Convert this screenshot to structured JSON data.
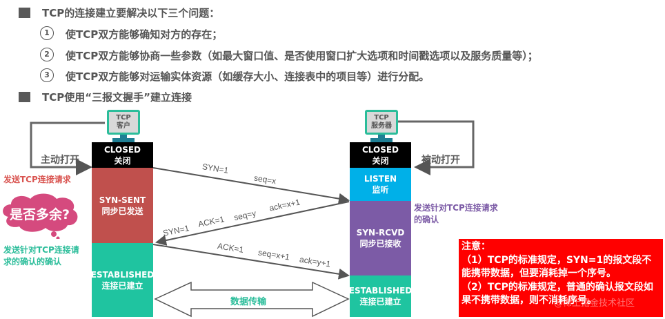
{
  "header": {
    "heading1": "TCP的连接建立要解决以下三个问题：",
    "items": [
      {
        "number": "1",
        "text": "使TCP双方能够确知对方的存在；"
      },
      {
        "number": "2",
        "text": "使TCP双方能够协商一些参数（如最大窗口值、是否使用窗口扩大选项和时间戳选项以及服务质量等）；"
      },
      {
        "number": "3",
        "text": "使TCP双方能够对运输实体资源（如缓存大小、连接表中的项目等）进行分配。"
      }
    ],
    "heading2": "TCP使用“三报文握手”建立连接"
  },
  "client": {
    "monitor_line1": "TCP",
    "monitor_line2": "客户",
    "open_label": "主动打开",
    "states": [
      {
        "en": "CLOSED",
        "zh": "关闭",
        "color": "#000000"
      },
      {
        "en": "SYN-SENT",
        "zh": "同步已发送",
        "color": "#c0504d"
      },
      {
        "en": "ESTABLISHED",
        "zh": "连接已建立",
        "color": "#1fc4a0"
      }
    ],
    "note_send": "发送TCP连接请求",
    "cloud_text": "是否多余?",
    "note_ack_line1": "发送针对TCP连接请",
    "note_ack_line2": "求的确认的确认"
  },
  "server": {
    "monitor_line1": "TCP",
    "monitor_line2": "服务器",
    "open_label": "被动打开",
    "states": [
      {
        "en": "CLOSED",
        "zh": "关闭",
        "color": "#000000"
      },
      {
        "en": "LISTEN",
        "zh": "监听",
        "color": "#00b0e8"
      },
      {
        "en": "SYN-RCVD",
        "zh": "同步已接收",
        "color": "#7c5ba6"
      },
      {
        "en": "ESTABLISHED",
        "zh": "连接已建立",
        "color": "#1fc4a0"
      }
    ],
    "note_ack_line1": "发送针对TCP连接请求",
    "note_ack_line2": "的确认"
  },
  "messages": {
    "m1": {
      "syn": "SYN=1",
      "seq": "seq=x"
    },
    "m2": {
      "syn": "SYN=1",
      "ack_flag": "ACK=1",
      "seq": "seq=y",
      "ack": "ack=x+1"
    },
    "m3": {
      "ack_flag": "ACK=1",
      "seq": "seq=x+1",
      "ack": "ack=y+1"
    }
  },
  "data_transfer": "数据传输",
  "notice": {
    "title": "注意：",
    "p1": "（1）TCP的标准规定，SYN=1的报文段不能携带数据，但要消耗掉一个序号。",
    "p2": "（2）TCP的标准规定，普通的确认报文段如果不携带数据，则不消耗序号。"
  },
  "watermark": "@稀土掘金技术社区"
}
